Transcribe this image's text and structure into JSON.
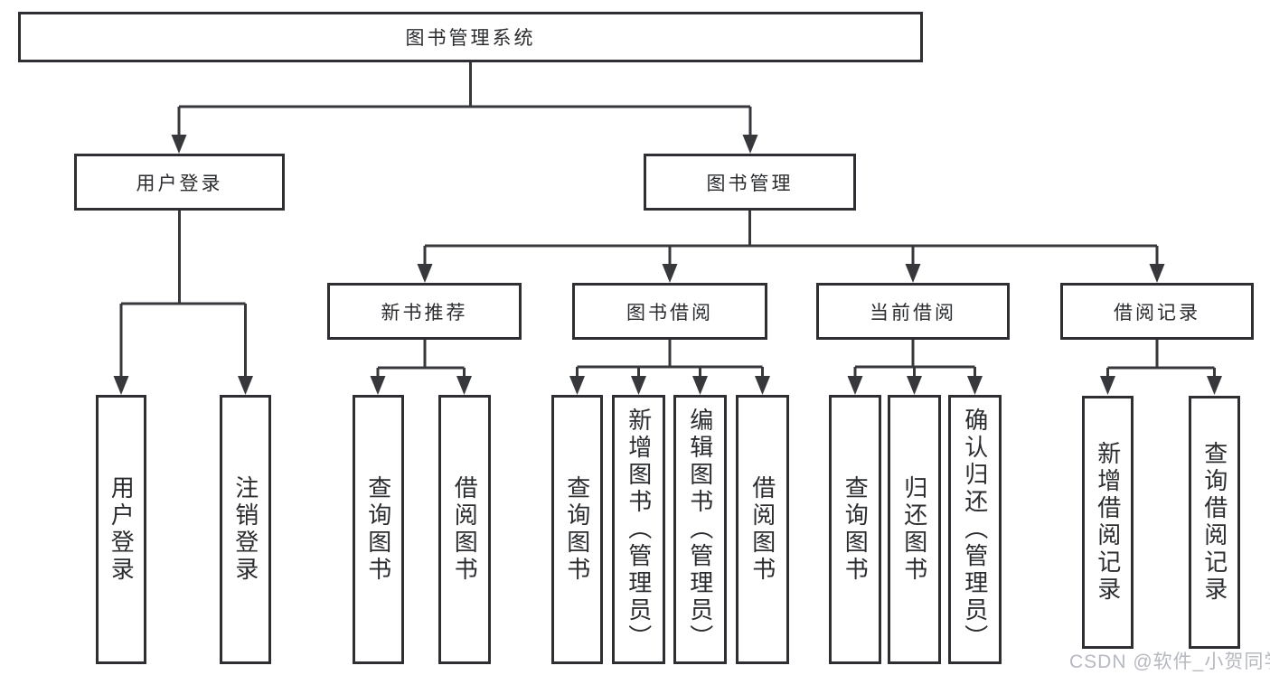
{
  "diagram": {
    "title": "图书管理系统",
    "level2": {
      "userLogin": "用户登录",
      "bookManagement": "图书管理"
    },
    "level3": {
      "newBookRecommend": "新书推荐",
      "bookBorrow": "图书借阅",
      "currentBorrow": "当前借阅",
      "borrowRecord": "借阅记录"
    },
    "leaves": {
      "userLogin": "用户登录",
      "logout": "注销登录",
      "queryBooksRecommend": "查询图书",
      "borrowBooksRecommend": "借阅图书",
      "queryBooksBorrow": "查询图书",
      "addBooksAdmin": "新增图书（管理员）",
      "editBooksAdmin": "编辑图书（管理员）",
      "borrowBooks": "借阅图书",
      "queryBooksCurrent": "查询图书",
      "returnBooks": "归还图书",
      "confirmReturnAdmin": "确认归还（管理员）",
      "addBorrowRecord": "新增借阅记录",
      "queryBorrowRecord": "查询借阅记录"
    }
  },
  "watermark": "CSDN @软件_小贺同学",
  "colors": {
    "line": "#36383b",
    "border": "#2d2f32",
    "text": "#2a2c2f",
    "background": "#ffffff",
    "watermark": "#b6b9c0"
  }
}
